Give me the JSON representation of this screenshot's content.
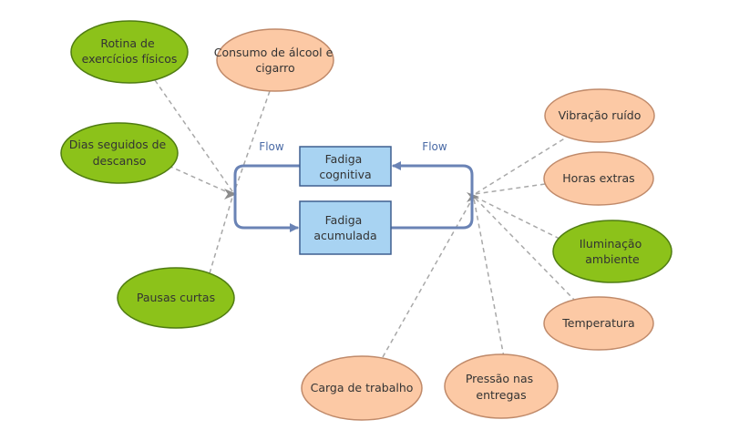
{
  "colors": {
    "green_fill": "#8cc21a",
    "green_stroke": "#4f7c12",
    "peach_fill": "#fcc9a5",
    "peach_stroke": "#c08a6a",
    "stock_fill": "#a8d3f2",
    "stock_stroke": "#3f5f8f",
    "flow_line": "#6a83b5",
    "link_line": "#a8a8a8"
  },
  "stocks": {
    "fadiga_cognitiva": [
      "Fadiga",
      "cognitiva"
    ],
    "fadiga_acumulada": [
      "Fadiga",
      "acumulada"
    ]
  },
  "flows": {
    "left": "Flow",
    "right": "Flow"
  },
  "left_factors": {
    "rotina": [
      "Rotina de",
      "exercícios físicos"
    ],
    "consumo": [
      "Consumo de álcool e",
      "cigarro"
    ],
    "dias": [
      "Dias seguidos de",
      "descanso"
    ],
    "pausas": [
      "Pausas curtas"
    ]
  },
  "right_factors": {
    "vibracao": [
      "Vibração ruído"
    ],
    "horas": [
      "Horas extras"
    ],
    "iluminacao": [
      "Iluminação",
      "ambiente"
    ],
    "temperatura": [
      "Temperatura"
    ],
    "carga": [
      "Carga de trabalho"
    ],
    "pressao": [
      "Pressão nas",
      "entregas"
    ]
  }
}
